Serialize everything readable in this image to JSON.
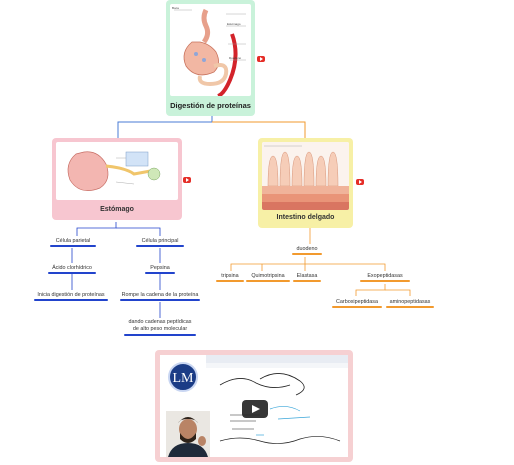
{
  "root": {
    "title": "Digestión de proteínas",
    "frame_color": "#c9f2da",
    "image_labels": [
      "Boca",
      "Estómago",
      "Duodeno"
    ]
  },
  "left_branch": {
    "title": "Estómago",
    "frame_color": "#f7c6d0",
    "accent": "#2244cc",
    "nodes": {
      "celula_parietal": "Célula parietal",
      "celula_principal": "Célula principal",
      "acido": "Ácido clorhídrico",
      "pepsina": "Pepsina",
      "inicia": "Inicia digestión de proteínas",
      "rompe": "Rompe la cadena de la proteína",
      "dando_1": "dando cadenas peptídicas",
      "dando_2": "de alto peso molecular"
    }
  },
  "right_branch": {
    "title": "Intestino delgado",
    "frame_color": "#f7f0a6",
    "accent": "#f29a2e",
    "nodes": {
      "duodeno": "duodeno",
      "tripsina": "tripsina",
      "quimotripsina": "Quimotripsina",
      "elastasa": "Elastasa",
      "exopeptidasas": "Exopeptidasas",
      "carboxipeptidasa": "Carboxipeptidasa",
      "aminopeptidasas": "aminopeptidasas"
    }
  },
  "video": {
    "logo": "LM",
    "frame_color": "#f6d0d2"
  },
  "icons": [
    "youtube-play-icon",
    "video-play-icon"
  ]
}
